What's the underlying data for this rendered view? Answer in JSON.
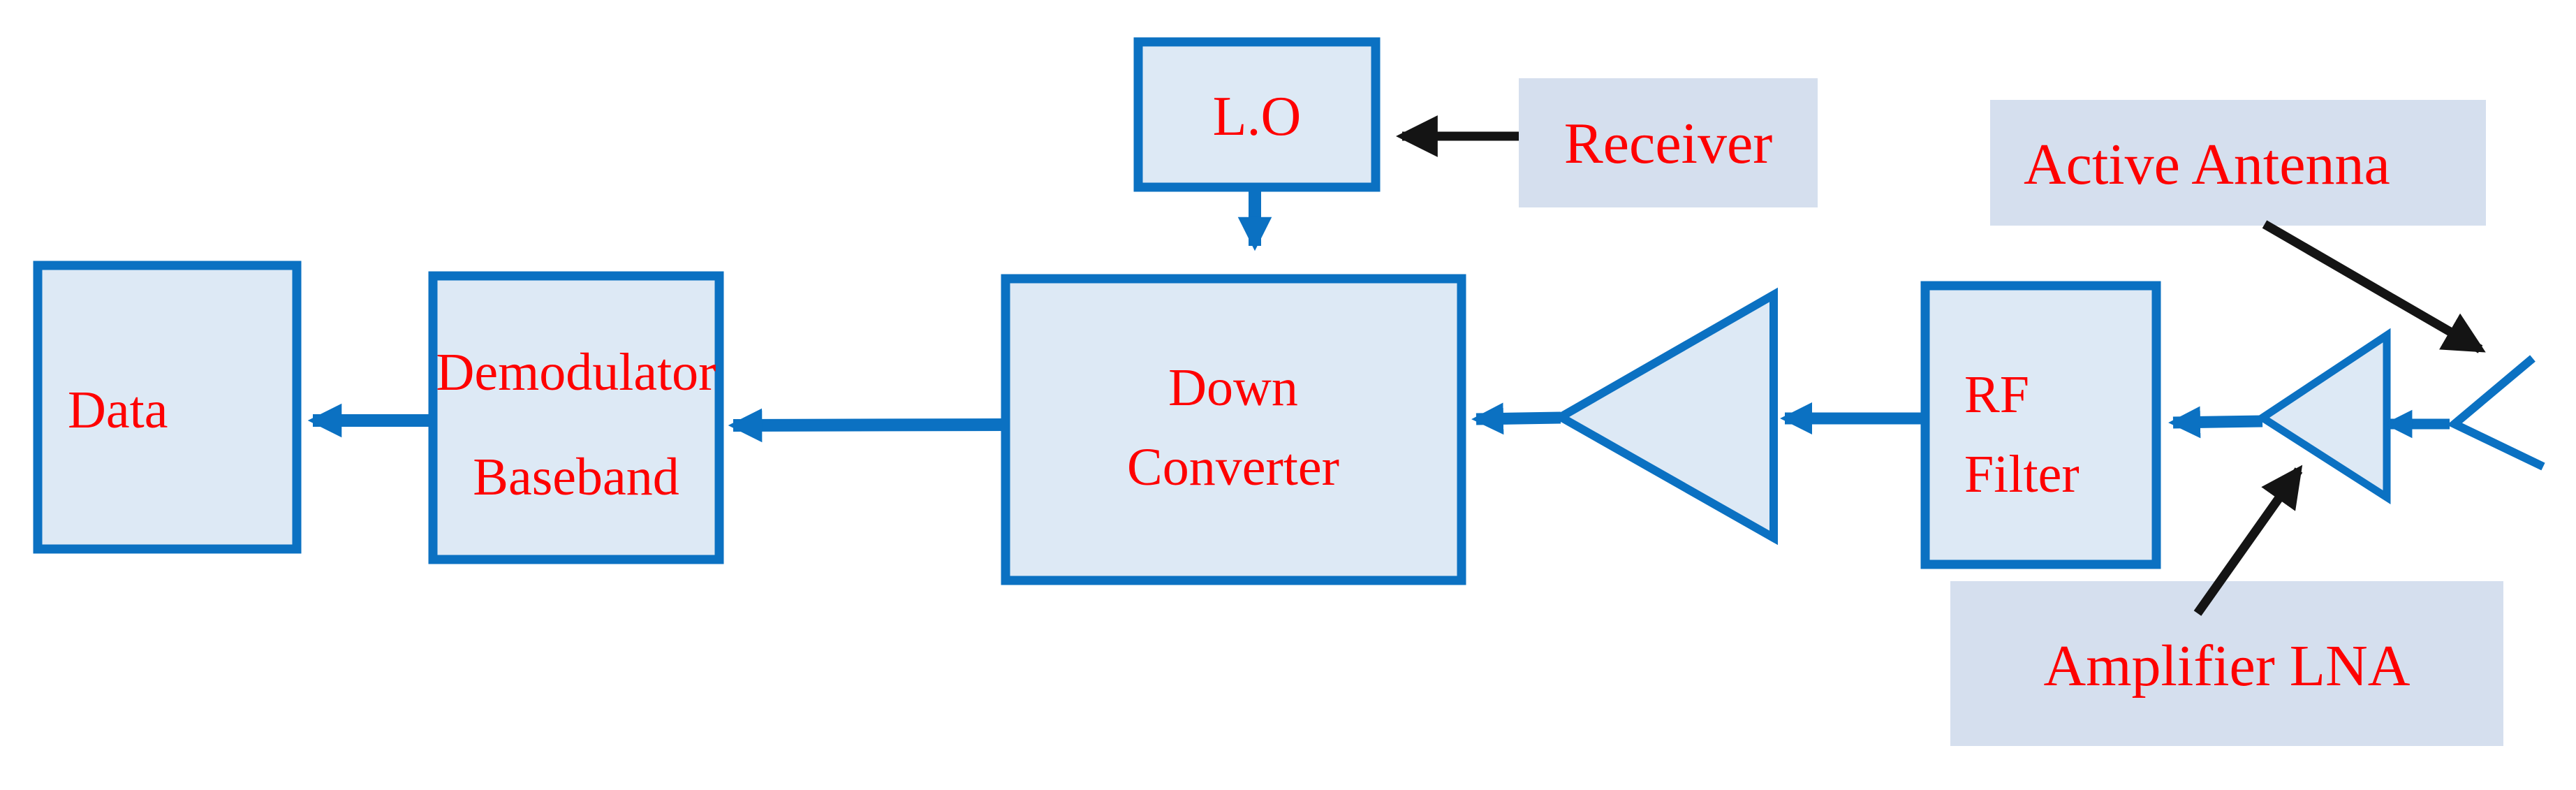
{
  "colors": {
    "outline_blue": "#0b71c2",
    "box_fill": "#dde9f5",
    "label_fill": "#d5dfee",
    "text_red": "#fe0000",
    "arrow_black": "#141414",
    "background": "#ffffff"
  },
  "blocks": {
    "lo": {
      "label": "L.O"
    },
    "data": {
      "label": "Data"
    },
    "demodulator": {
      "line1": "Demodulator",
      "line2": "Baseband"
    },
    "down_converter": {
      "line1": "Down",
      "line2": "Converter"
    },
    "rf_filter": {
      "line1": "RF",
      "line2": "Filter"
    }
  },
  "callouts": {
    "receiver": {
      "label": "Receiver"
    },
    "active_antenna": {
      "label": "Active Antenna"
    },
    "amplifier_lna": {
      "label": "Amplifier LNA"
    }
  },
  "connections": [
    {
      "from": "antenna",
      "to": "lna-amplifier",
      "style": "blue-arrow"
    },
    {
      "from": "lna-amplifier",
      "to": "rf-filter",
      "style": "blue-arrow"
    },
    {
      "from": "rf-filter",
      "to": "amplifier",
      "style": "blue-arrow"
    },
    {
      "from": "amplifier",
      "to": "down-converter",
      "style": "blue-arrow"
    },
    {
      "from": "lo",
      "to": "down-converter",
      "style": "blue-arrow"
    },
    {
      "from": "down-converter",
      "to": "demodulator-baseband",
      "style": "blue-arrow"
    },
    {
      "from": "demodulator-baseband",
      "to": "data",
      "style": "blue-arrow"
    },
    {
      "from": "receiver-label",
      "to": "lo",
      "style": "black-callout-arrow"
    },
    {
      "from": "active-antenna-label",
      "to": "antenna",
      "style": "black-callout-arrow"
    },
    {
      "from": "amplifier-lna-label",
      "to": "lna-amplifier",
      "style": "black-callout-arrow"
    }
  ]
}
